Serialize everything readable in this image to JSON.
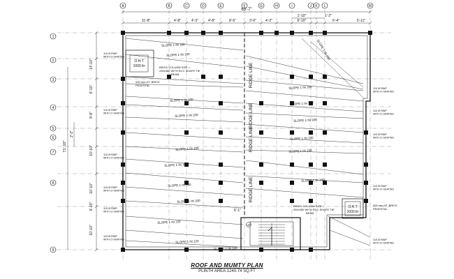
{
  "title": "ROOF AND MUMTY PLAN",
  "subtitle": "PLINTH AREA:1240.74 SQ.FT",
  "grid_columns": [
    "A",
    "B",
    "C",
    "D",
    "E",
    "F",
    "G",
    "H",
    "I",
    "J",
    "K",
    "L",
    "M"
  ],
  "grid_rows": [
    "1",
    "2",
    "3",
    "4",
    "5",
    "6",
    "7",
    "8",
    "9"
  ],
  "dimensions": {
    "overall": "63'-7\"",
    "top_segments": [
      "11'-8\"",
      "4'-8\"",
      "4'-3\"",
      "4'-8\"",
      "8'-5\"",
      "3'-6\"",
      "4'-2\"",
      "6'-10\"",
      "6'-4\"",
      "5'-11\""
    ],
    "top_upper": [
      "1'-10\"",
      "1'-2\""
    ],
    "left_segments": [
      "14'-10\"",
      "6'-10\"",
      "9'-8\"",
      "10'-10\"",
      "10'-10\"",
      "6'-10\"",
      "10'-10\""
    ],
    "left_overall": "71'-10\"",
    "left_small": "2'-2\"",
    "bottom": "6'-1\""
  },
  "ridge_label": "RIDGE LINE",
  "slopes": [
    "SLOPE 1 IN 100",
    "SLOPE 1 IN 100",
    "SLOPE 1 IN 100",
    "SLOPE 1 IN 100",
    "SLOPE 1 IN 100",
    "SLOPE 1 IN 100",
    "SLOPE 1 IN 100",
    "SLOPE 1 IN 100",
    "SLOPE 1 IN 120",
    "SLOPE 1 IN 120",
    "SLOPE 1 IN 100",
    "SLOPE 1 IN 100",
    "SLOPE 1 IN 100",
    "SLOPE 1 IN 100",
    "SLOPE 1 IN 100",
    "SLOPE 1 IN 100",
    "SLOPE 1 IN 100",
    "SLOPE 1 IN 100"
  ],
  "rwp_notes": {
    "line1": "110 Ø RWP",
    "line2": "WITH CI GRATING"
  },
  "tank": {
    "label": "O.H.T",
    "capacity": "1000 ltr"
  },
  "pedestal": {
    "line1": "200 mm HT. BRICK",
    "line2": "PEDESTAL"
  },
  "brick_column": {
    "line1": "BRICK COLUMN SIZE =",
    "line2": "250x380 WITH RCC SHAPE TIE",
    "line3": "BEAM"
  },
  "stair_mark": "UP",
  "colors": {
    "ink": "#111111",
    "grid": "#555555"
  }
}
